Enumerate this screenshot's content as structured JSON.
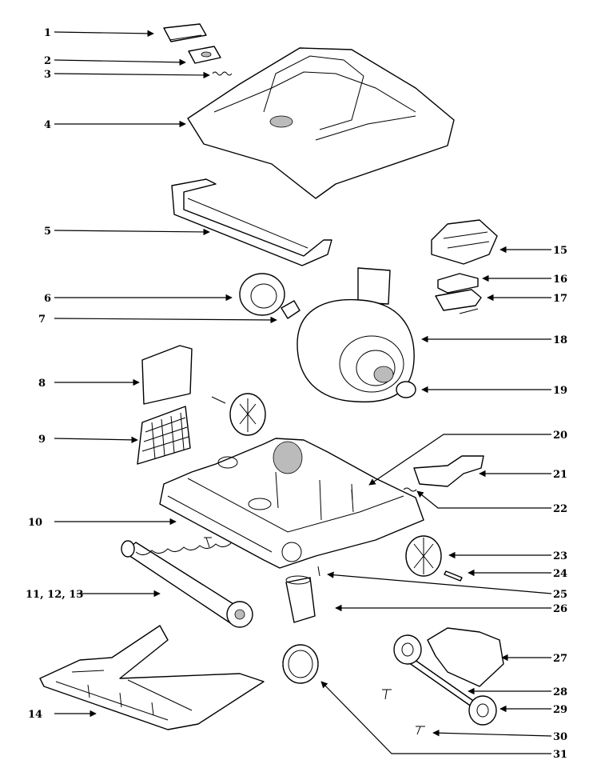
{
  "callouts": [
    "1",
    "2",
    "3",
    "4",
    "5",
    "6",
    "7",
    "8",
    "9",
    "10",
    "11, 12, 13",
    "14",
    "15",
    "16",
    "17",
    "18",
    "19",
    "20",
    "21",
    "22",
    "23",
    "24",
    "25",
    "26",
    "27",
    "28",
    "29",
    "30",
    "31"
  ]
}
